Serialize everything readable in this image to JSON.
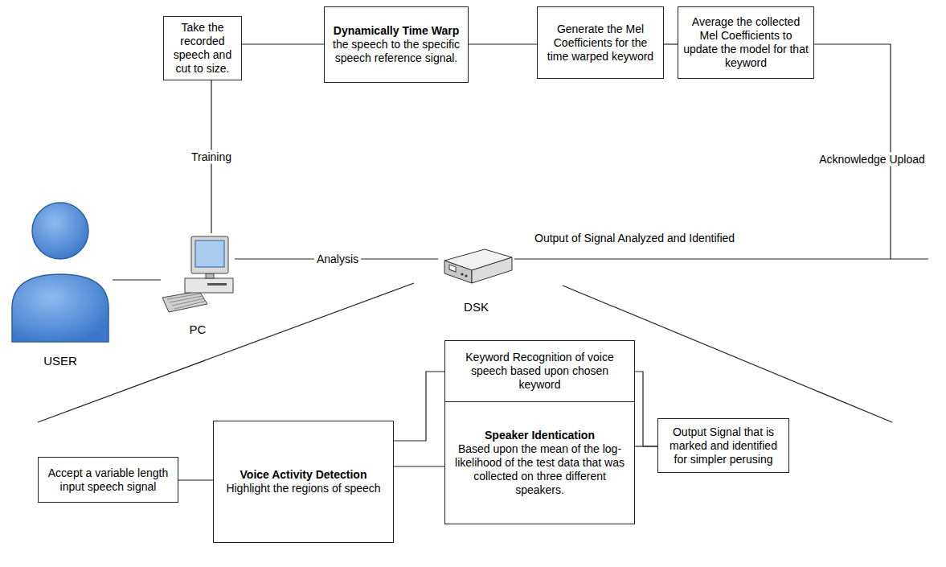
{
  "diagram": {
    "nodes": [
      {
        "text": [
          "Take the recorded speech and cut to size."
        ]
      },
      {
        "text": [
          "Dynamically Time Warp",
          "the speech to the specific speech reference signal."
        ]
      },
      {
        "text": [
          "Generate the Mel Coefficients for the time warped keyword"
        ]
      },
      {
        "text": [
          "Average the collected Mel Coefficients to update the model for that keyword"
        ]
      },
      {
        "text": [
          "USER"
        ]
      },
      {
        "text": [
          "PC"
        ]
      },
      {
        "text": [
          "DSK"
        ]
      },
      {
        "text": [
          "Accept a variable length input speech signal"
        ]
      },
      {
        "text": [
          "Voice Activity Detection",
          "Highlight the regions of speech"
        ]
      },
      {
        "text": [
          "Keyword Recognition of voice speech based upon chosen keyword"
        ]
      },
      {
        "text": [
          "Speaker Identication",
          "Based upon the mean of the log-likelihood of the test data that was collected on three different speakers."
        ]
      },
      {
        "text": [
          "Output Signal that is marked and identified for simpler perusing"
        ]
      }
    ],
    "edges": [
      {
        "from": 4,
        "to": 5,
        "arrow": "none"
      },
      {
        "from": 5,
        "to": 0,
        "label": "Training",
        "arrow": "none"
      },
      {
        "from": 0,
        "to": 1,
        "arrow": "none"
      },
      {
        "from": 1,
        "to": 2,
        "arrow": "none"
      },
      {
        "from": 2,
        "to": 3,
        "arrow": "none"
      },
      {
        "from": 6,
        "to": 3,
        "label": "Acknowledge Upload",
        "arrow": "none"
      },
      {
        "from": 5,
        "to": 6,
        "label": "Analysis",
        "arrow": "none"
      },
      {
        "from": 7,
        "to": 8,
        "arrow": "none"
      },
      {
        "from": 8,
        "to": 9,
        "arrow": "none"
      },
      {
        "from": 8,
        "to": 10,
        "arrow": "none"
      },
      {
        "from": 9,
        "to": 11,
        "arrow": "none"
      },
      {
        "from": 10,
        "to": 11,
        "arrow": "none"
      }
    ],
    "labels": [
      "Output of Signal Analyzed and Identified"
    ]
  }
}
